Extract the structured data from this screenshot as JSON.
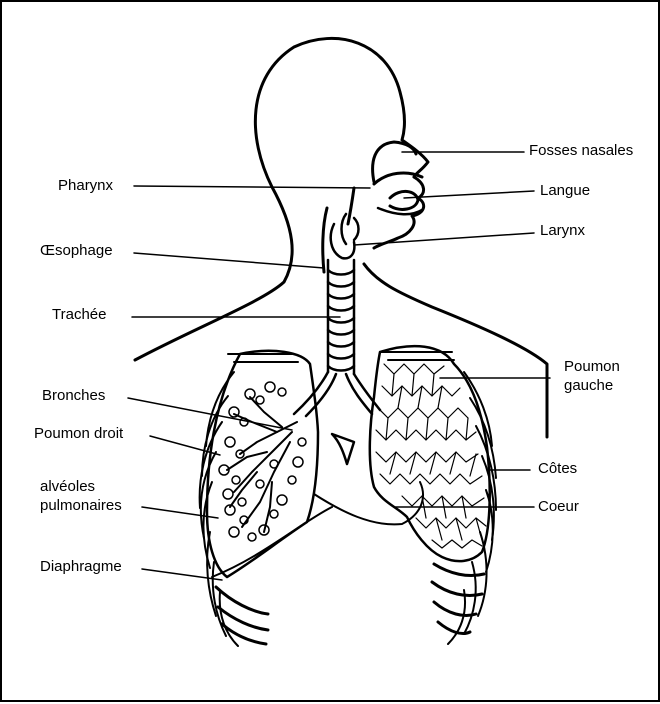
{
  "labels": {
    "fosses_nasales": "Fosses nasales",
    "langue": "Langue",
    "larynx": "Larynx",
    "poumon_gauche_1": "Poumon",
    "poumon_gauche_2": "gauche",
    "cotes": "Côtes",
    "coeur": "Coeur",
    "pharynx": "Pharynx",
    "oesophage": "Œsophage",
    "trachee": "Trachée",
    "bronches": "Bronches",
    "poumon_droit": "Poumon droit",
    "alveoles_1": "alvéoles",
    "alveoles_2": "pulmonaires",
    "diaphragme": "Diaphragme"
  },
  "colors": {
    "ink": "#000000",
    "paper": "#ffffff"
  }
}
